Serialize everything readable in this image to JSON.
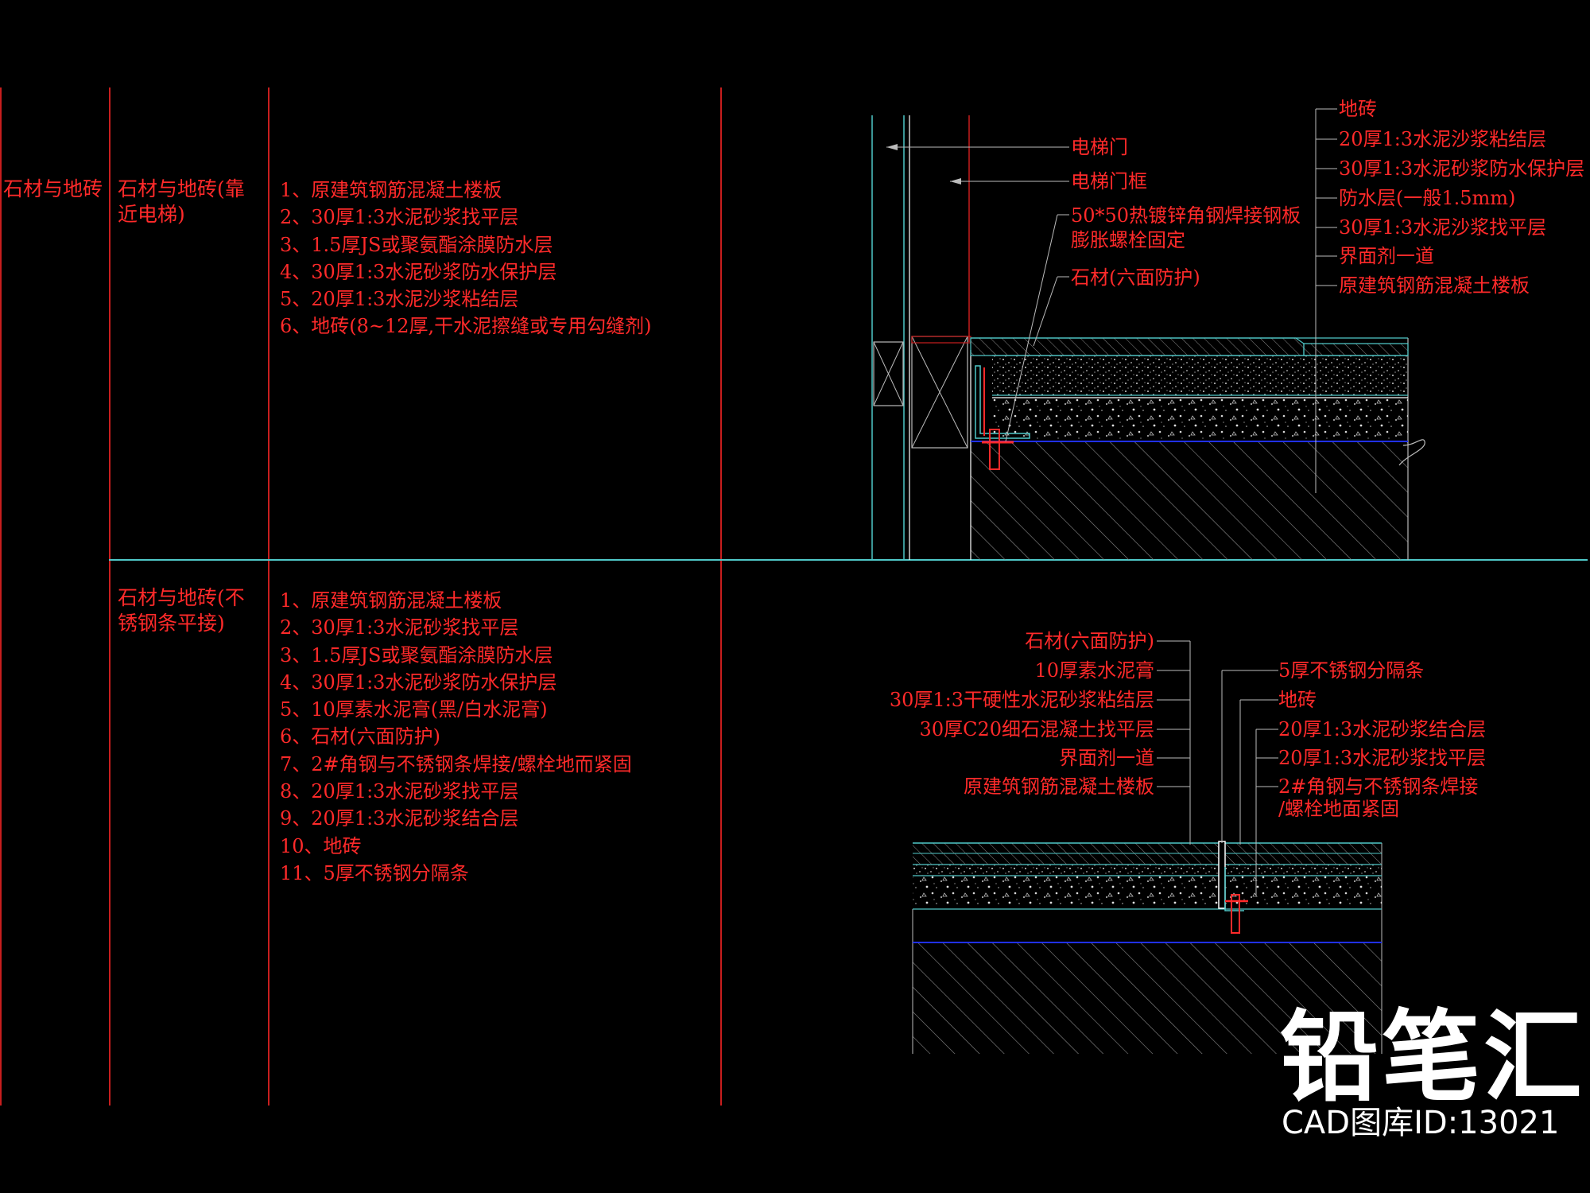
{
  "table": {
    "col1_category": "石材与地砖",
    "row1": {
      "subcategory": "石材与地砖(靠近电梯)",
      "spec_items": [
        "1、原建筑钢筋混凝土楼板",
        "2、30厚1:3水泥砂浆找平层",
        "3、1.5厚JS或聚氨酯涂膜防水层",
        "4、30厚1:3水泥砂浆防水保护层",
        "5、20厚1:3水泥沙浆粘结层",
        "6、地砖(8~12厚,干水泥擦缝或专用勾缝剂)"
      ]
    },
    "row2": {
      "subcategory": "石材与地砖(不锈钢条平接)",
      "spec_items": [
        "1、原建筑钢筋混凝土楼板",
        "2、30厚1:3水泥砂浆找平层",
        "3、1.5厚JS或聚氨酯涂膜防水层",
        "4、30厚1:3水泥砂浆防水保护层",
        "5、10厚素水泥膏(黑/白水泥膏)",
        "6、石材(六面防护)",
        "7、2#角钢与不锈钢条焊接/螺栓地而紧固",
        "8、20厚1:3水泥砂浆找平层",
        "9、20厚1:3水泥砂浆结合层",
        "10、地砖",
        "11、5厚不锈钢分隔条"
      ]
    }
  },
  "detail1": {
    "labels_left": {
      "elevator_door": "电梯门",
      "elevator_frame": "电梯门框",
      "angle_steel_1": "50*50热镀锌角钢焊接钢板",
      "angle_steel_2": "膨胀螺栓固定",
      "stone": "石材(六面防护)"
    },
    "labels_right": [
      "地砖",
      "20厚1:3水泥沙浆粘结层",
      "30厚1:3水泥砂浆防水保护层",
      "防水层(一般1.5mm)",
      "30厚1:3水泥沙浆找平层",
      "界面剂一道",
      "原建筑钢筋混凝土楼板"
    ]
  },
  "detail2": {
    "labels_left": [
      "石材(六面防护)",
      "10厚素水泥膏",
      "30厚1:3干硬性水泥砂浆粘结层",
      "30厚C20细石混凝土找平层",
      "界面剂一道",
      "原建筑钢筋混凝土楼板"
    ],
    "labels_right": [
      "5厚不锈钢分隔条",
      "地砖",
      "20厚1:3水泥砂浆结合层",
      "20厚1:3水泥砂浆找平层",
      "2#角钢与不锈钢条焊接",
      "/螺栓地面紧固"
    ]
  },
  "logo": {
    "name": "铅笔汇",
    "id_text": "CAD图库ID:13021"
  },
  "colors": {
    "background": "#000000",
    "text": "#ff2a2a",
    "table_line": "#c81e1e",
    "drawing_line": "#4fc8c8",
    "hatch": "#9a9a9a",
    "blue_line": "#2030ff"
  }
}
